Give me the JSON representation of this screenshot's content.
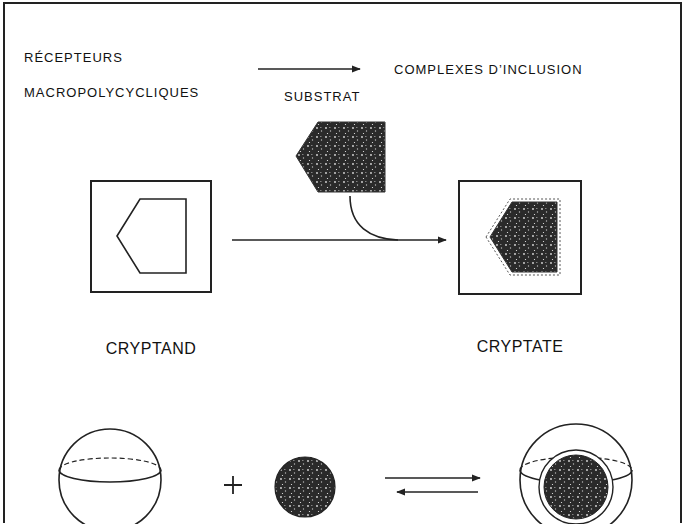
{
  "diagram": {
    "nodes": [
      {
        "text": [
          "CRYPTAND"
        ]
      },
      {
        "text": [
          "CRYPTATE"
        ]
      }
    ],
    "edges": [
      {
        "from": 0,
        "to": 1,
        "arrow": "to"
      }
    ],
    "labels": [
      "RÉCEPTEURS MACROPOLYCYCLIQUES",
      "SUBSTRAT",
      "COMPLEXES D’INCLUSION"
    ]
  }
}
